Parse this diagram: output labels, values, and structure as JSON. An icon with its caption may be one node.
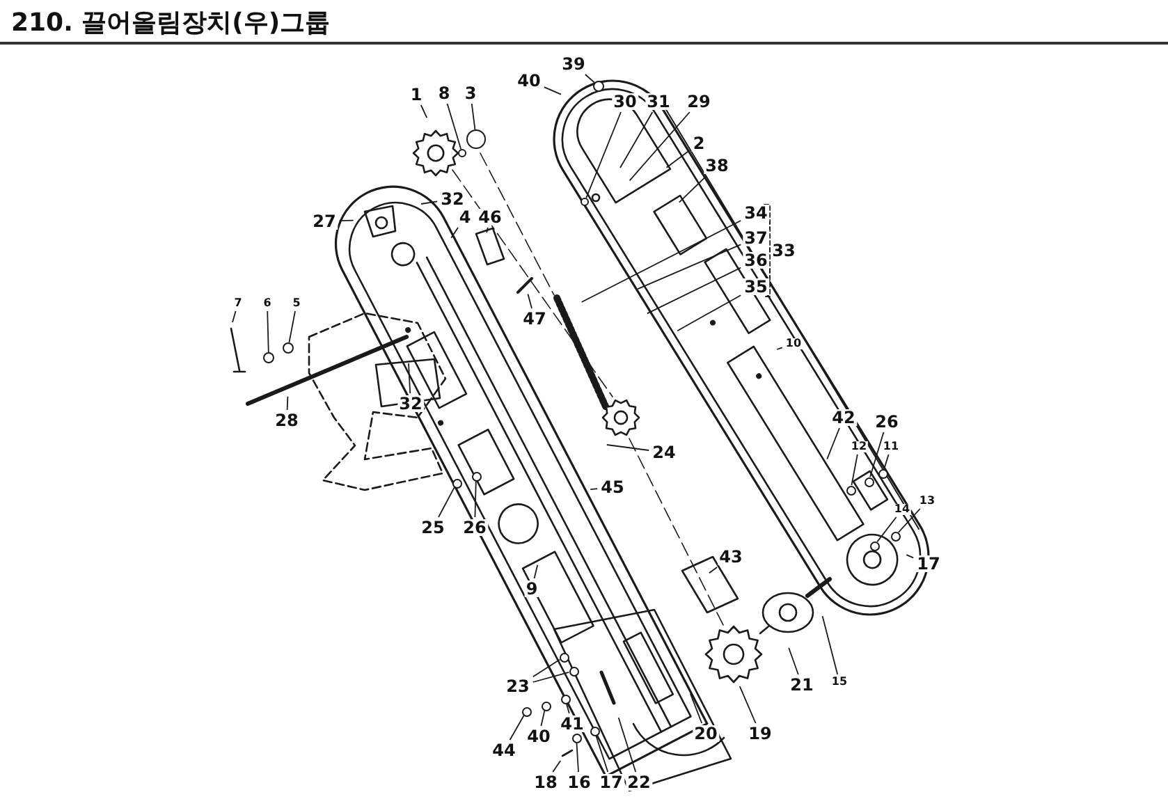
{
  "diagram": {
    "title": "210. 끌어올림장치(우)그룹",
    "nodes": [
      {
        "text": [
          "39"
        ]
      },
      {
        "text": [
          "40"
        ]
      },
      {
        "text": [
          "1"
        ]
      },
      {
        "text": [
          "8"
        ]
      },
      {
        "text": [
          "3"
        ]
      },
      {
        "text": [
          "30"
        ]
      },
      {
        "text": [
          "31"
        ]
      },
      {
        "text": [
          "29"
        ]
      },
      {
        "text": [
          "2"
        ]
      },
      {
        "text": [
          "38"
        ]
      },
      {
        "text": [
          "32"
        ]
      },
      {
        "text": [
          "34"
        ]
      },
      {
        "text": [
          "27"
        ]
      },
      {
        "text": [
          "4"
        ]
      },
      {
        "text": [
          "46"
        ]
      },
      {
        "text": [
          "37"
        ]
      },
      {
        "text": [
          "36"
        ]
      },
      {
        "text": [
          "35"
        ]
      },
      {
        "text": [
          "7"
        ]
      },
      {
        "text": [
          "6"
        ]
      },
      {
        "text": [
          "5"
        ]
      },
      {
        "text": [
          "47"
        ]
      },
      {
        "text": [
          "10"
        ]
      },
      {
        "text": [
          "32"
        ]
      },
      {
        "text": [
          "42"
        ]
      },
      {
        "text": [
          "26"
        ]
      },
      {
        "text": [
          "28"
        ]
      },
      {
        "text": [
          "12"
        ]
      },
      {
        "text": [
          "11"
        ]
      },
      {
        "text": [
          "24"
        ]
      },
      {
        "text": [
          "45"
        ]
      },
      {
        "text": [
          "14"
        ]
      },
      {
        "text": [
          "13"
        ]
      },
      {
        "text": [
          "25"
        ]
      },
      {
        "text": [
          "26"
        ]
      },
      {
        "text": [
          "17"
        ]
      },
      {
        "text": [
          "43"
        ]
      },
      {
        "text": [
          "9"
        ]
      },
      {
        "text": [
          "15"
        ]
      },
      {
        "text": [
          "21"
        ]
      },
      {
        "text": [
          "23"
        ]
      },
      {
        "text": [
          "41"
        ]
      },
      {
        "text": [
          "40"
        ]
      },
      {
        "text": [
          "20"
        ]
      },
      {
        "text": [
          "19"
        ]
      },
      {
        "text": [
          "44"
        ]
      },
      {
        "text": [
          "18"
        ]
      },
      {
        "text": [
          "16"
        ]
      },
      {
        "text": [
          "17"
        ]
      },
      {
        "text": [
          "22"
        ]
      },
      {
        "text": [
          "33"
        ]
      },
      {
        "text": [],
        "shape": "circle"
      },
      {
        "text": [],
        "shape": "circle"
      },
      {
        "text": [],
        "shape": "circle"
      },
      {
        "text": [],
        "shape": "circle"
      },
      {
        "text": [],
        "shape": "circle"
      },
      {
        "text": [],
        "shape": "circle"
      },
      {
        "text": [],
        "shape": "circle"
      },
      {
        "text": [],
        "shape": "circle"
      },
      {
        "text": [],
        "shape": "circle"
      },
      {
        "text": [],
        "shape": "circle"
      },
      {
        "text": [],
        "shape": "circle"
      },
      {
        "text": [],
        "shape": "circle"
      },
      {
        "text": [],
        "shape": "circle"
      },
      {
        "text": [],
        "shape": "circle"
      },
      {
        "text": [],
        "shape": "circle"
      },
      {
        "text": [],
        "shape": "circle"
      },
      {
        "text": [],
        "shape": "circle"
      },
      {
        "text": [],
        "shape": "circle"
      },
      {
        "text": [],
        "shape": "circle"
      },
      {
        "text": [],
        "shape": "circle"
      }
    ],
    "edges": [
      {
        "from": 0,
        "to": 51,
        "arrow": "none"
      },
      {
        "from": 1,
        "to": null,
        "arrow": "none"
      },
      {
        "from": 2,
        "to": null,
        "arrow": "none"
      },
      {
        "from": 3,
        "to": 53,
        "arrow": "none"
      },
      {
        "from": 4,
        "to": 52,
        "arrow": "none"
      },
      {
        "from": 5,
        "to": 54,
        "arrow": "none"
      },
      {
        "from": 6,
        "to": null,
        "arrow": "none"
      },
      {
        "from": 7,
        "to": null,
        "arrow": "none"
      },
      {
        "from": 8,
        "to": null,
        "arrow": "none"
      },
      {
        "from": 9,
        "to": null,
        "arrow": "none"
      },
      {
        "from": 10,
        "to": null,
        "arrow": "none"
      },
      {
        "from": 11,
        "to": null,
        "arrow": "none"
      },
      {
        "from": 12,
        "to": null,
        "arrow": "none"
      },
      {
        "from": 13,
        "to": null,
        "arrow": "none"
      },
      {
        "from": 14,
        "to": null,
        "arrow": "none"
      },
      {
        "from": 15,
        "to": null,
        "arrow": "none"
      },
      {
        "from": 16,
        "to": null,
        "arrow": "none"
      },
      {
        "from": 17,
        "to": null,
        "arrow": "none"
      },
      {
        "from": 18,
        "to": null,
        "arrow": "none"
      },
      {
        "from": 19,
        "to": 56,
        "arrow": "none"
      },
      {
        "from": 20,
        "to": 55,
        "arrow": "none"
      },
      {
        "from": 21,
        "to": null,
        "arrow": "none"
      },
      {
        "from": 22,
        "to": null,
        "arrow": "none"
      },
      {
        "from": 23,
        "to": null,
        "arrow": "none"
      },
      {
        "from": 24,
        "to": null,
        "arrow": "none"
      },
      {
        "from": 25,
        "to": 59,
        "arrow": "none"
      },
      {
        "from": 26,
        "to": null,
        "arrow": "none"
      },
      {
        "from": 27,
        "to": 61,
        "arrow": "none"
      },
      {
        "from": 28,
        "to": 57,
        "arrow": "none"
      },
      {
        "from": 29,
        "to": null,
        "arrow": "none"
      },
      {
        "from": 30,
        "to": null,
        "arrow": "none"
      },
      {
        "from": 31,
        "to": 63,
        "arrow": "none"
      },
      {
        "from": 32,
        "to": 62,
        "arrow": "none"
      },
      {
        "from": 33,
        "to": 60,
        "arrow": "none"
      },
      {
        "from": 34,
        "to": 58,
        "arrow": "none"
      },
      {
        "from": 35,
        "to": null,
        "arrow": "none"
      },
      {
        "from": 36,
        "to": null,
        "arrow": "none"
      },
      {
        "from": 37,
        "to": null,
        "arrow": "none"
      },
      {
        "from": 38,
        "to": null,
        "arrow": "none"
      },
      {
        "from": 39,
        "to": null,
        "arrow": "none"
      },
      {
        "from": 40,
        "to": 64,
        "arrow": "none"
      },
      {
        "from": 40,
        "to": 65,
        "arrow": "none"
      },
      {
        "from": 41,
        "to": 66,
        "arrow": "none"
      },
      {
        "from": 42,
        "to": 67,
        "arrow": "none"
      },
      {
        "from": 43,
        "to": null,
        "arrow": "none"
      },
      {
        "from": 44,
        "to": null,
        "arrow": "none"
      },
      {
        "from": 45,
        "to": 68,
        "arrow": "none"
      },
      {
        "from": 46,
        "to": null,
        "arrow": "none"
      },
      {
        "from": 47,
        "to": 70,
        "arrow": "none"
      },
      {
        "from": 48,
        "to": 69,
        "arrow": "none"
      },
      {
        "from": 49,
        "to": null,
        "arrow": "none"
      }
    ]
  }
}
